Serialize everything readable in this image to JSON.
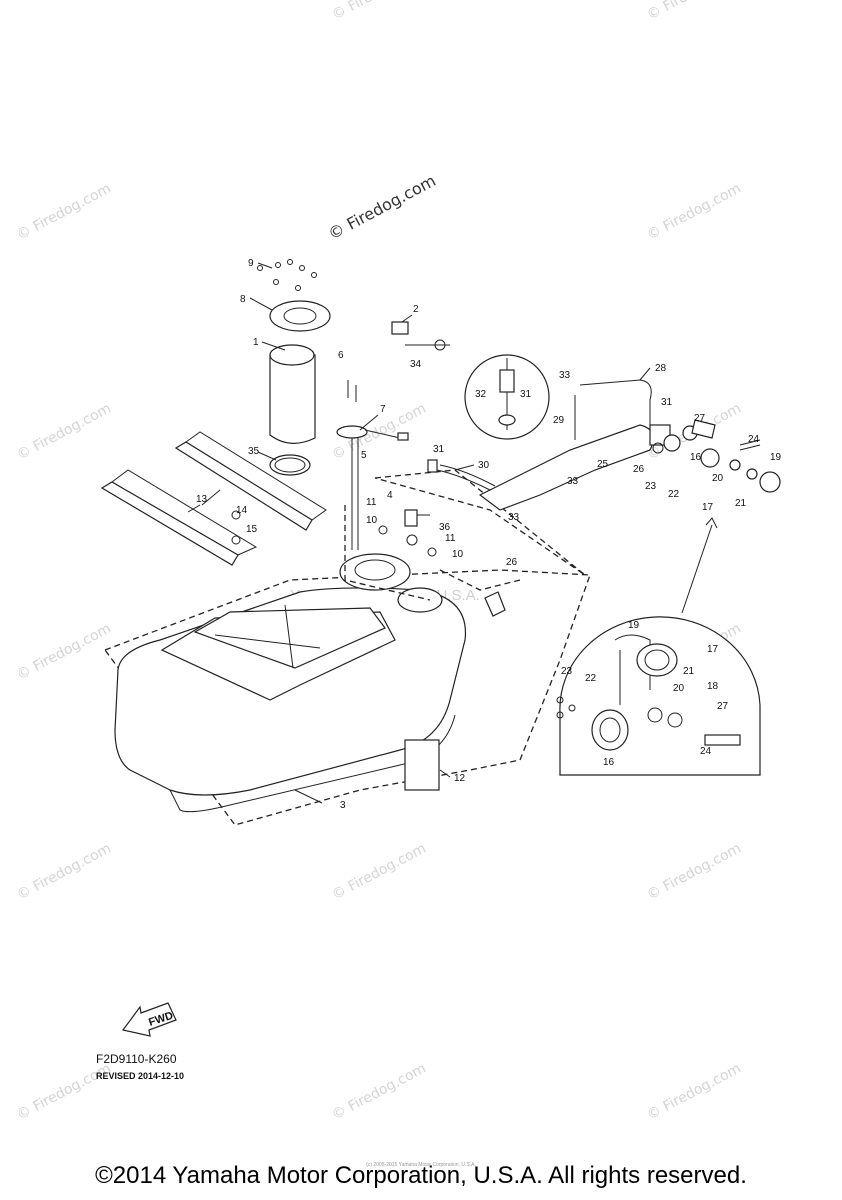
{
  "watermark": "© Firedog.com",
  "faint_text": "Yamaha Motor Corp., U.S.A.",
  "part_numbers": {
    "p1": "1",
    "p2": "2",
    "p3": "3",
    "p4": "4",
    "p5": "5",
    "p6": "6",
    "p7": "7",
    "p8": "8",
    "p9": "9",
    "p10": "10",
    "p11": "11",
    "p12": "12",
    "p13": "13",
    "p14": "14",
    "p15": "15",
    "p16": "16",
    "p17": "17",
    "p18": "18",
    "p19": "19",
    "p20": "20",
    "p21": "21",
    "p22": "22",
    "p23": "23",
    "p24": "24",
    "p25": "25",
    "p26": "26",
    "p27": "27",
    "p28": "28",
    "p29": "29",
    "p30": "30",
    "p31": "31",
    "p32": "32",
    "p33": "33",
    "p34": "34",
    "p35": "35",
    "p36": "36"
  },
  "fwd_label": "FWD",
  "diagram_code": "F2D9110-K260",
  "revised": "REVISED 2014-12-10",
  "tiny_note": "(c) 2005-2015 Yamaha Motor Corporation, U.S.A.",
  "copyright": "©2014 Yamaha Motor Corporation, U.S.A. All rights reserved."
}
